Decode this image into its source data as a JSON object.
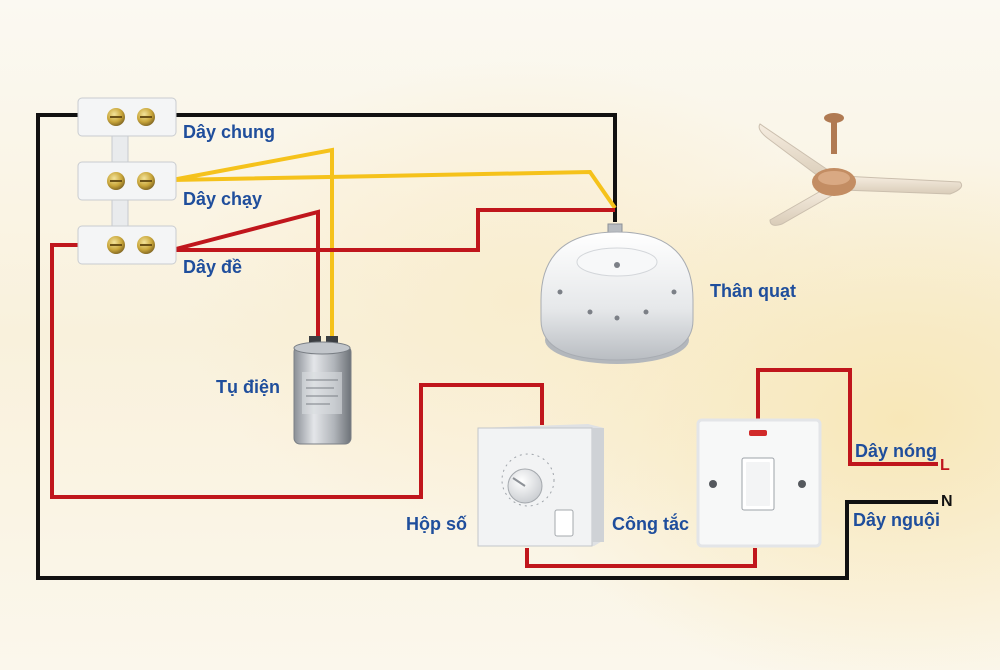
{
  "labels": {
    "common_wire": "Dây chung",
    "run_wire": "Dây chạy",
    "start_wire": "Dây đề",
    "fan_body": "Thân quạt",
    "capacitor": "Tụ điện",
    "speed_box": "Hộp số",
    "switch": "Công tắc",
    "live_wire": "Dây nóng",
    "neutral_wire": "Dây nguội",
    "live_terminal": "L",
    "neutral_terminal": "N"
  },
  "colors": {
    "black_wire": "#111111",
    "yellow_wire": "#f5c21b",
    "red_wire": "#c0161c",
    "label_blue": "#1f4e9c"
  }
}
